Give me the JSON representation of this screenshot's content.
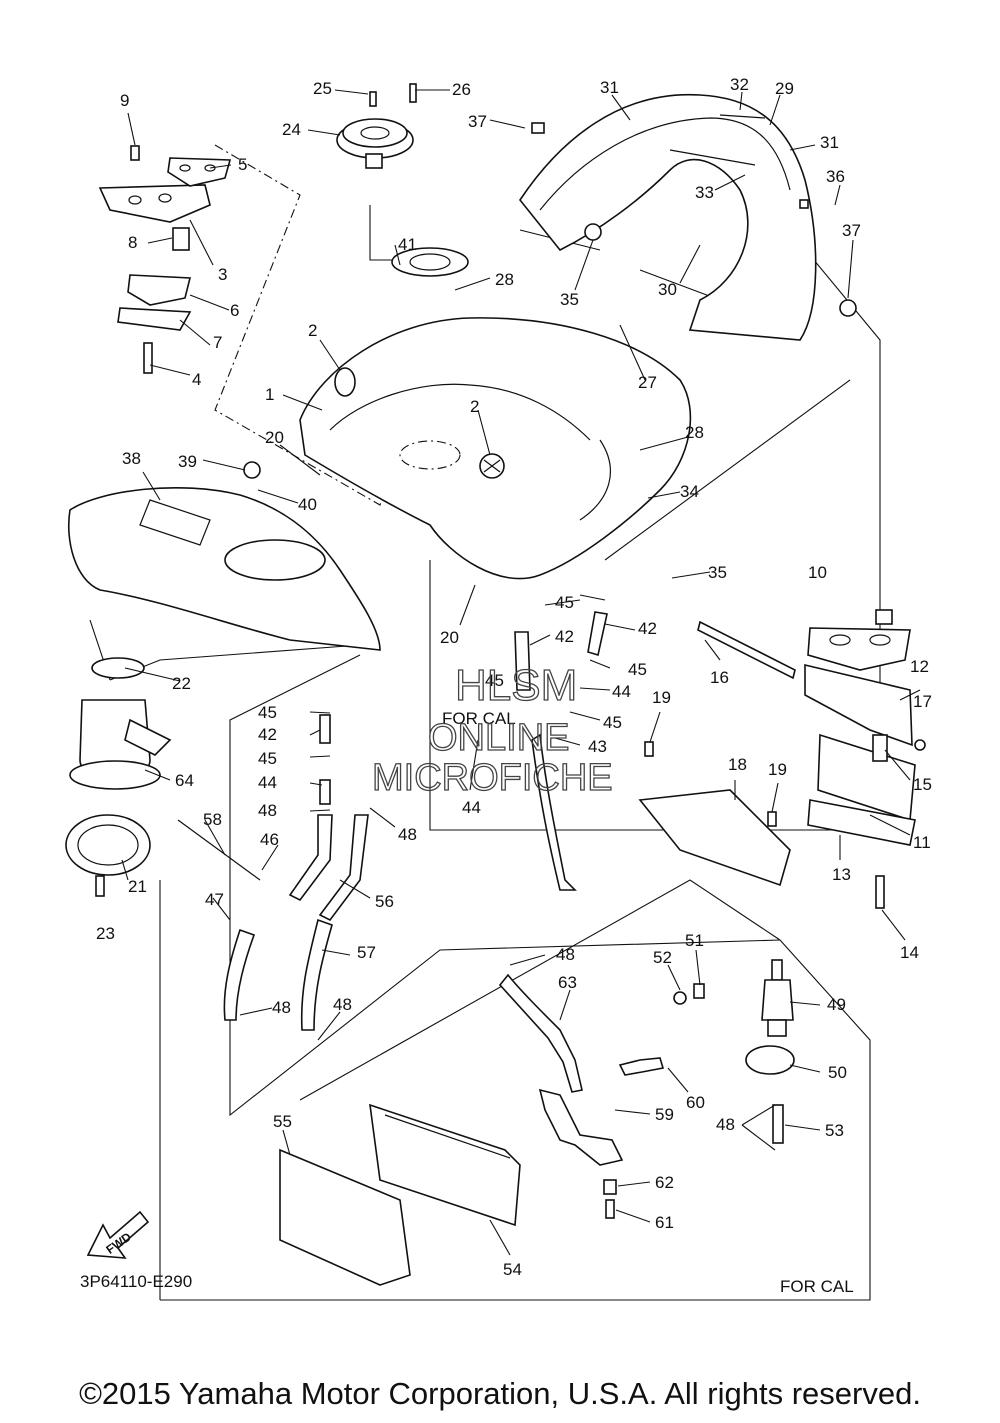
{
  "diagram_code": "3P64110-E290",
  "for_cal_labels": [
    "FOR CAL",
    "FOR CAL"
  ],
  "fwd_label": "FWD",
  "watermark": [
    "HLSM",
    "ONLINE",
    "MICROFICHE"
  ],
  "copyright": "©2015 Yamaha Motor Corporation, U.S.A. All rights reserved.",
  "callouts": [
    {
      "n": "1"
    },
    {
      "n": "2"
    },
    {
      "n": "2"
    },
    {
      "n": "3"
    },
    {
      "n": "4"
    },
    {
      "n": "5"
    },
    {
      "n": "6"
    },
    {
      "n": "7"
    },
    {
      "n": "8"
    },
    {
      "n": "9"
    },
    {
      "n": "10"
    },
    {
      "n": "11"
    },
    {
      "n": "12"
    },
    {
      "n": "13"
    },
    {
      "n": "14"
    },
    {
      "n": "15"
    },
    {
      "n": "16"
    },
    {
      "n": "17"
    },
    {
      "n": "18"
    },
    {
      "n": "19"
    },
    {
      "n": "19"
    },
    {
      "n": "20"
    },
    {
      "n": "20"
    },
    {
      "n": "21"
    },
    {
      "n": "22"
    },
    {
      "n": "23"
    },
    {
      "n": "24"
    },
    {
      "n": "25"
    },
    {
      "n": "26"
    },
    {
      "n": "27"
    },
    {
      "n": "28"
    },
    {
      "n": "28"
    },
    {
      "n": "29"
    },
    {
      "n": "30"
    },
    {
      "n": "31"
    },
    {
      "n": "31"
    },
    {
      "n": "32"
    },
    {
      "n": "33"
    },
    {
      "n": "34"
    },
    {
      "n": "35"
    },
    {
      "n": "35"
    },
    {
      "n": "36"
    },
    {
      "n": "37"
    },
    {
      "n": "37"
    },
    {
      "n": "38"
    },
    {
      "n": "39"
    },
    {
      "n": "40"
    },
    {
      "n": "41"
    },
    {
      "n": "42"
    },
    {
      "n": "42"
    },
    {
      "n": "42"
    },
    {
      "n": "43"
    },
    {
      "n": "44"
    },
    {
      "n": "44"
    },
    {
      "n": "44"
    },
    {
      "n": "45"
    },
    {
      "n": "45"
    },
    {
      "n": "45"
    },
    {
      "n": "45"
    },
    {
      "n": "45"
    },
    {
      "n": "45"
    },
    {
      "n": "46"
    },
    {
      "n": "47"
    },
    {
      "n": "48"
    },
    {
      "n": "48"
    },
    {
      "n": "48"
    },
    {
      "n": "48"
    },
    {
      "n": "48"
    },
    {
      "n": "48"
    },
    {
      "n": "49"
    },
    {
      "n": "50"
    },
    {
      "n": "51"
    },
    {
      "n": "52"
    },
    {
      "n": "53"
    },
    {
      "n": "54"
    },
    {
      "n": "55"
    },
    {
      "n": "56"
    },
    {
      "n": "57"
    },
    {
      "n": "58"
    },
    {
      "n": "59"
    },
    {
      "n": "60"
    },
    {
      "n": "61"
    },
    {
      "n": "62"
    },
    {
      "n": "63"
    },
    {
      "n": "64"
    }
  ]
}
